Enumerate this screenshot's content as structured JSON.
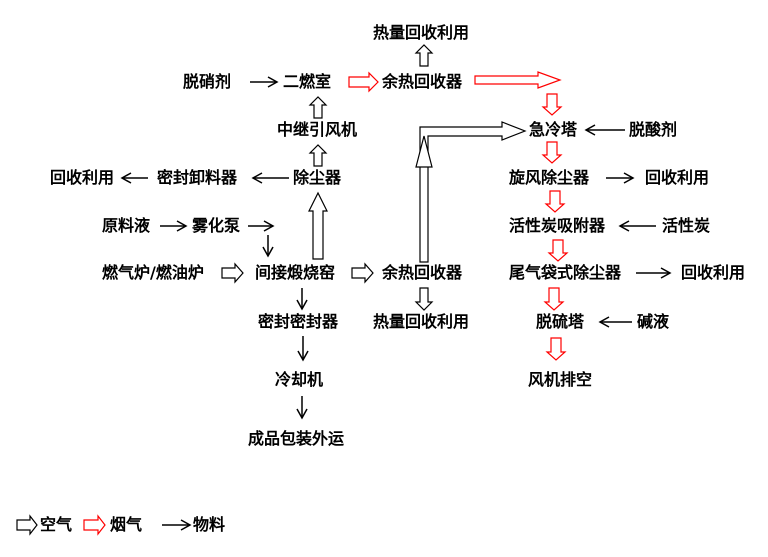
{
  "nodes": {
    "heat_recovery_top": "热量回收利用",
    "denitration_agent": "脱硝剂",
    "secondary_combustion": "二燃室",
    "waste_heat_boiler_top": "余热回收器",
    "relay_fan": "中继引风机",
    "quench_tower": "急冷塔",
    "deacid_agent": "脱酸剂",
    "recycle_left": "回收利用",
    "sealed_discharger": "密封卸料器",
    "dust_collector": "除尘器",
    "cyclone": "旋风除尘器",
    "recycle_cyclone": "回收利用",
    "raw_liquid": "原料液",
    "atomizing_pump": "雾化泵",
    "activated_carbon_adsorber": "活性炭吸附器",
    "activated_carbon": "活性炭",
    "gas_oil_furnace": "燃气炉/燃油炉",
    "indirect_kiln": "间接煅烧窑",
    "waste_heat_boiler_bottom": "余热回收器",
    "bag_filter": "尾气袋式除尘器",
    "recycle_bag": "回收利用",
    "sealed_sealer": "密封密封器",
    "heat_recovery_bottom": "热量回收利用",
    "desulfurization_tower": "脱硫塔",
    "alkali_liquid": "碱液",
    "cooler": "冷却机",
    "fan_exhaust": "风机排空",
    "product_packing": "成品包装外运"
  },
  "legend": {
    "air": "空气",
    "flue_gas": "烟气",
    "material": "物料"
  },
  "colors": {
    "air_arrow": "#000000",
    "flue_gas_arrow": "#ff0000",
    "material_arrow": "#000000"
  }
}
